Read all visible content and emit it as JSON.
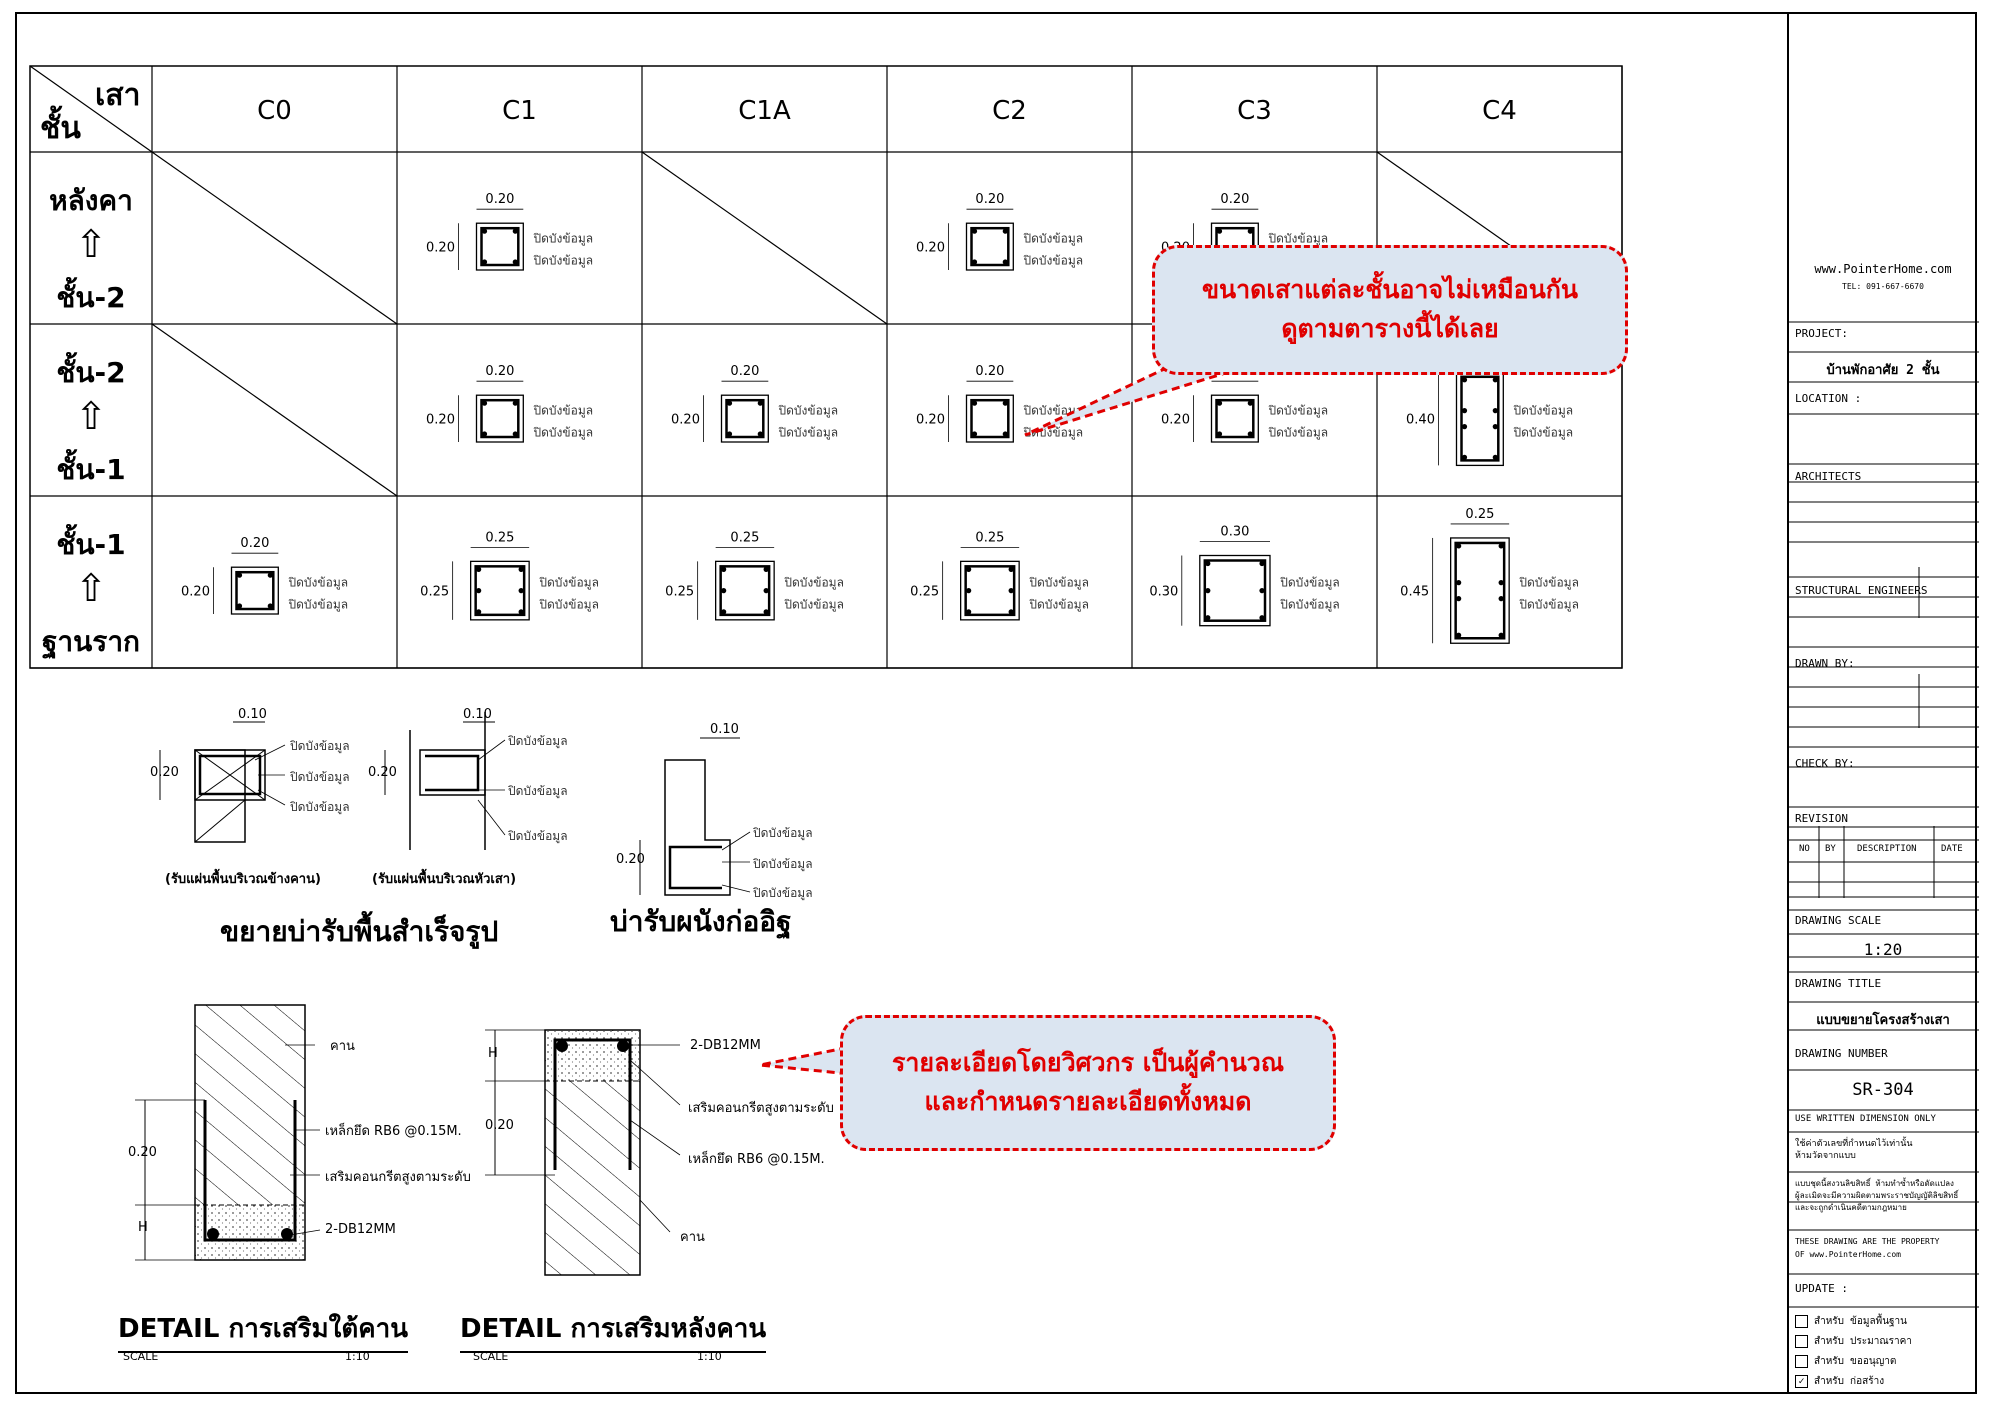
{
  "table": {
    "header_floor": "ชั้น",
    "header_column": "เสา",
    "columns": [
      "C0",
      "C1",
      "C1A",
      "C2",
      "C3",
      "C4"
    ],
    "rows": [
      {
        "top": "หลังคา",
        "bottom": "ชั้น-2"
      },
      {
        "top": "ชั้น-2",
        "bottom": "ชั้น-1"
      },
      {
        "top": "ชั้น-1",
        "bottom": "ฐานราก"
      }
    ],
    "arrow": "⇧",
    "hidden_text": "ปิดบังข้อมูล",
    "cells": [
      [
        null,
        {
          "w": "0.20",
          "h": "0.20"
        },
        null,
        {
          "w": "0.20",
          "h": "0.20"
        },
        {
          "w": "0.20",
          "h": "0.20"
        },
        null
      ],
      [
        null,
        {
          "w": "0.20",
          "h": "0.20"
        },
        {
          "w": "0.20",
          "h": "0.20"
        },
        {
          "w": "0.20",
          "h": "0.20"
        },
        {
          "w": "0.20",
          "h": "0.20"
        },
        {
          "w": "",
          "h": "0.40"
        }
      ],
      [
        {
          "w": "0.20",
          "h": "0.20"
        },
        {
          "w": "0.25",
          "h": "0.25"
        },
        {
          "w": "0.25",
          "h": "0.25"
        },
        {
          "w": "0.25",
          "h": "0.25"
        },
        {
          "w": "0.30",
          "h": "0.30"
        },
        {
          "w": "0.25",
          "h": "0.45"
        }
      ]
    ]
  },
  "slab_support": {
    "dim_top": "0.10",
    "dim_side": "0.20",
    "caption_left": "(รับแผ่นพื้นบริเวณข้างคาน)",
    "caption_right": "(รับแผ่นพื้นบริเวณหัวเสา)",
    "title": "ขยายบ่ารับพื้นสำเร็จรูป"
  },
  "wall_support": {
    "dim_top": "0.10",
    "dim_side": "0.20",
    "title": "บ่ารับผนังก่ออิฐ"
  },
  "detail_under": {
    "beam": "คาน",
    "stirrup": "เหล็กยึด RB6 @0.15M.",
    "concrete": "เสริมคอนกรีตสูงตามระดับ",
    "bars": "2-DB12MM",
    "dim": "0.20",
    "h": "H",
    "title": "DETAIL การเสริมใต้คาน",
    "scale_label": "SCALE",
    "scale_value": "1:10"
  },
  "detail_over": {
    "bars": "2-DB12MM",
    "concrete": "เสริมคอนกรีตสูงตามระดับ",
    "stirrup": "เหล็กยึด RB6 @0.15M.",
    "beam": "คาน",
    "dim": "0.20",
    "h": "H",
    "title": "DETAIL การเสริมหลังคาน",
    "scale_label": "SCALE",
    "scale_value": "1:10"
  },
  "callouts": {
    "column_note": [
      "ขนาดเสาแต่ละชั้นอาจไม่เหมือนกัน",
      "ดูตามตารางนี้ได้เลย"
    ],
    "engineer_note": [
      "รายละเอียดโดยวิศวกร เป็นผู้คำนวณ",
      "และกำหนดรายละเอียดทั้งหมด"
    ]
  },
  "titleblock": {
    "website": "www.PointerHome.com",
    "tel": "TEL: 091-667-6670",
    "project_label": "PROJECT:",
    "project_value": "บ้านพักอาศัย 2 ชั้น",
    "location_label": "LOCATION :",
    "architects_label": "ARCHITECTS",
    "structural_label": "STRUCTURAL ENGINEERS",
    "drawn_label": "DRAWN BY:",
    "check_label": "CHECK BY:",
    "revision_label": "REVISION",
    "revision_cols": [
      "NO",
      "BY",
      "DESCRIPTION",
      "DATE"
    ],
    "scale_label": "DRAWING SCALE",
    "scale_value": "1:20",
    "title_label": "DRAWING TITLE",
    "title_value": "แบบขยายโครงสร้างเสา",
    "number_label": "DRAWING NUMBER",
    "number_value": "SR-304",
    "use_written": "USE WRITTEN DIMENSION ONLY",
    "use_written_th": [
      "ใช้ค่าตัวเลขที่กำหนดไว้เท่านั้น",
      "ห้ามวัดจากแบบ"
    ],
    "copyright_th": [
      "แบบชุดนี้สงวนลิขสิทธิ์ ห้ามทำซ้ำหรือดัดแปลง",
      "ผู้ละเมิดจะมีความผิดตามพระราชบัญญัติลิขสิทธิ์",
      "และจะถูกดำเนินคดีตามกฎหมาย"
    ],
    "property_note": [
      "THESE DRAWING ARE THE PROPERTY",
      "OF www.PointerHome.com"
    ],
    "update_label": "UPDATE :",
    "update_items": [
      {
        "label": "สำหรับ ข้อมูลพื้นฐาน",
        "checked": false
      },
      {
        "label": "สำหรับ ประมาณราคา",
        "checked": false
      },
      {
        "label": "สำหรับ ขออนุญาต",
        "checked": false
      },
      {
        "label": "สำหรับ ก่อสร้าง",
        "checked": true
      }
    ]
  }
}
